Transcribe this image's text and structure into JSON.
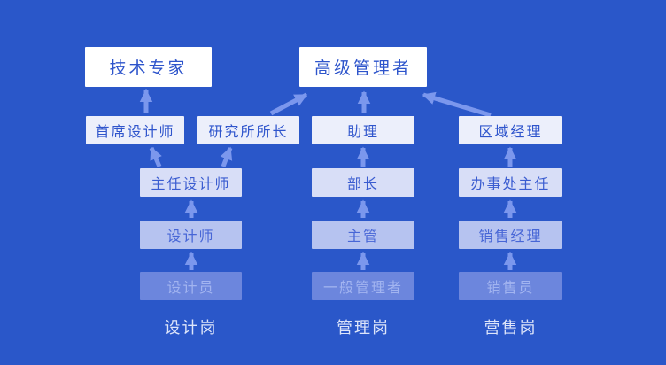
{
  "nodes": {
    "tech_expert": "技术专家",
    "senior_manager": "高级管理者",
    "chief_designer": "首席设计师",
    "institute_director": "研究所所长",
    "assistant": "助理",
    "regional_manager": "区域经理",
    "director_designer": "主任设计师",
    "department_head": "部长",
    "office_director": "办事处主任",
    "designer": "设计师",
    "supervisor": "主管",
    "sales_manager": "销售经理",
    "draftsman": "设计员",
    "general_manager": "一般管理者",
    "salesperson": "销售员"
  },
  "column_labels": {
    "design": "设计岗",
    "management": "管理岗",
    "sales": "营售岗"
  },
  "edges": [
    {
      "from": "设计员",
      "to": "设计师"
    },
    {
      "from": "设计师",
      "to": "主任设计师"
    },
    {
      "from": "主任设计师",
      "to": "首席设计师"
    },
    {
      "from": "主任设计师",
      "to": "研究所所长"
    },
    {
      "from": "首席设计师",
      "to": "技术专家"
    },
    {
      "from": "研究所所长",
      "to": "高级管理者"
    },
    {
      "from": "一般管理者",
      "to": "主管"
    },
    {
      "from": "主管",
      "to": "部长"
    },
    {
      "from": "部长",
      "to": "助理"
    },
    {
      "from": "助理",
      "to": "高级管理者"
    },
    {
      "from": "销售员",
      "to": "销售经理"
    },
    {
      "from": "销售经理",
      "to": "办事处主任"
    },
    {
      "from": "办事处主任",
      "to": "区域经理"
    },
    {
      "from": "区域经理",
      "to": "高级管理者"
    }
  ],
  "colors": {
    "background": "#2a57c9",
    "arrow": "#7b97ed",
    "row1_bg": "#ffffff",
    "row1_text": "#2d54cb",
    "row2_bg": "#eceffb",
    "row2_text": "#2f55cc",
    "row3_bg": "#d8def7",
    "row3_text": "#3a5cd0",
    "row4_bg": "#b6c3f0",
    "row4_text": "#4766d6",
    "row5_bg": "#6c86dd",
    "row5_text": "#a2b4f0",
    "label_text": "#dde5fa"
  }
}
